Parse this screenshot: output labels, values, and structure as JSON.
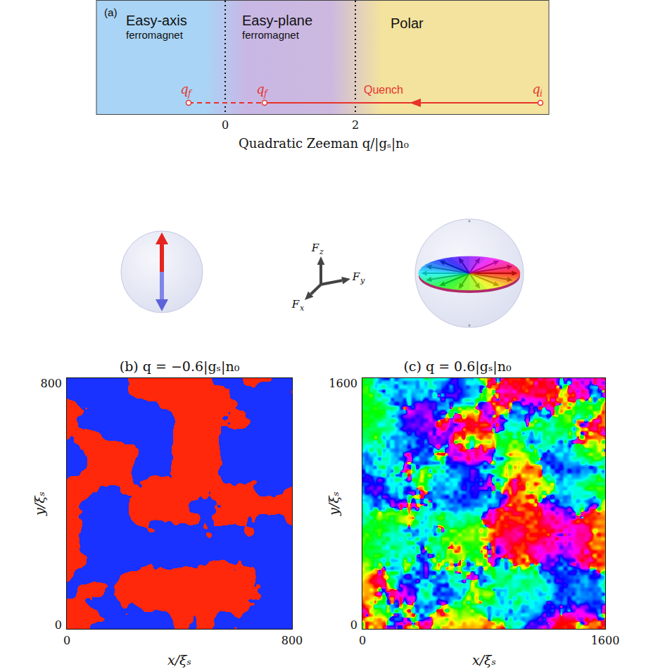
{
  "diagram": {
    "nodes": [
      {
        "text": [
          "(a)"
        ]
      },
      {
        "text": [
          "Easy-axis",
          "ferromagnet"
        ],
        "in": 0
      },
      {
        "text": [
          "Easy-plane",
          "ferromagnet"
        ],
        "in": 0
      },
      {
        "text": [
          "Polar"
        ],
        "in": 0
      }
    ],
    "labels": [
      "q",
      "f",
      "q",
      "f",
      "Quench",
      "q",
      "i",
      "0",
      "2",
      "Quadratic Zeeman q/|gₛ|n₀",
      "F",
      "z",
      "F",
      "y",
      "F",
      "x",
      "(b) q = −0.6|gₛ|n₀",
      "800",
      "0",
      "0",
      "800",
      "y/ξₛ",
      "x/ξₛ",
      "(c) q = 0.6|gₛ|n₀",
      "1600",
      "0",
      "0",
      "1600",
      "y/ξₛ",
      "x/ξₛ"
    ]
  }
}
